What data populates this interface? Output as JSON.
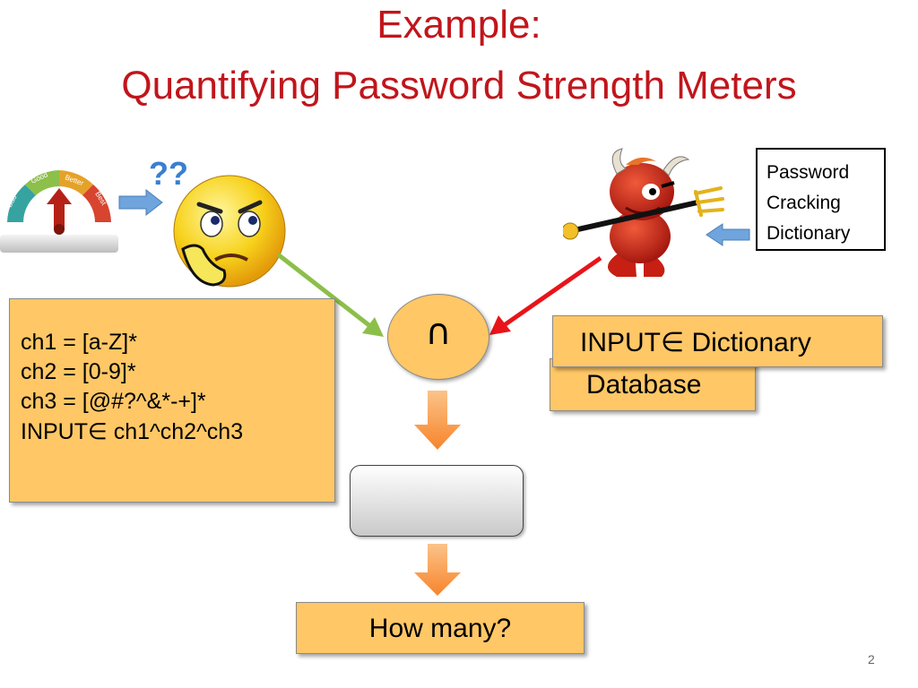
{
  "slide": {
    "title_line1": "Example:",
    "title_line2": "Quantifying Password Strength Meters",
    "page_number": "2"
  },
  "meter": {
    "labels": [
      "Bad",
      "Good",
      "Better",
      "Best"
    ]
  },
  "rules_box": {
    "line1": "ch1 = [a-Z]*",
    "line2": "ch2 = [0-9]*",
    "line3": "ch3 = [@#?^&*-+]*",
    "line4_prefix": "INPUT",
    "element_of": "∈",
    "line4_suffix": " ch1^ch2^ch3"
  },
  "dictionary_box": {
    "line1": "Password",
    "line2": "Cracking",
    "line3": "Dictionary"
  },
  "input_dictionary": {
    "prefix": "INPUT",
    "element_of": "∈",
    "suffix": " Dictionary"
  },
  "database": {
    "label": "Database"
  },
  "intersection": {
    "symbol": "∩"
  },
  "result": {
    "label": "How many?"
  },
  "colors": {
    "title": "#c0161c",
    "box_fill": "#ffc766",
    "green_arrow": "#8cbf4a",
    "red_arrow": "#e8141a",
    "blue_arrow": "#6fa4dc",
    "orange_arrow": "#f7923a"
  },
  "icons": [
    "strength-meter-icon",
    "confused-smiley-icon",
    "devil-icon",
    "question-marks-icon"
  ]
}
